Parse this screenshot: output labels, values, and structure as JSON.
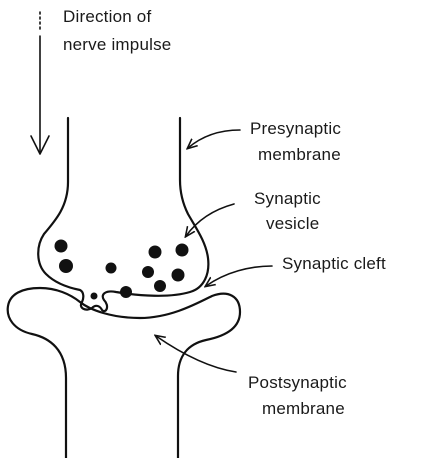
{
  "labels": {
    "direction_line1": "Direction of",
    "direction_line2": "nerve impulse",
    "presynaptic_line1": "Presynaptic",
    "presynaptic_line2": "membrane",
    "vesicle_line1": "Synaptic",
    "vesicle_line2": "vesicle",
    "cleft": "Synaptic cleft",
    "postsynaptic_line1": "Postsynaptic",
    "postsynaptic_line2": "membrane"
  },
  "colors": {
    "ink": "#111111",
    "background": "#ffffff"
  }
}
